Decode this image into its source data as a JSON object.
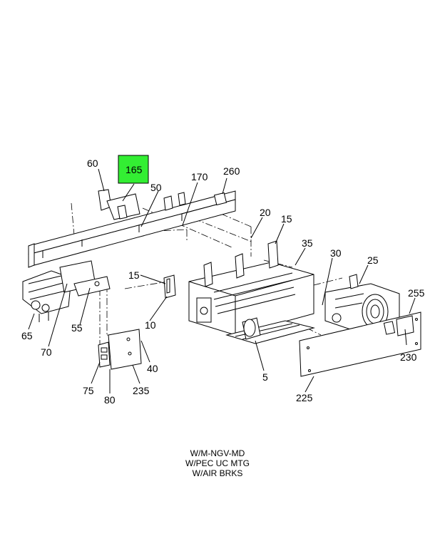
{
  "diagram": {
    "highlight_color": "#33ee33",
    "callouts": [
      {
        "id": "c60",
        "label": "60"
      },
      {
        "id": "c165",
        "label": "165",
        "highlighted": true
      },
      {
        "id": "c50",
        "label": "50"
      },
      {
        "id": "c170",
        "label": "170"
      },
      {
        "id": "c260",
        "label": "260"
      },
      {
        "id": "c20",
        "label": "20"
      },
      {
        "id": "c15a",
        "label": "15"
      },
      {
        "id": "c35",
        "label": "35"
      },
      {
        "id": "c30",
        "label": "30"
      },
      {
        "id": "c25",
        "label": "25"
      },
      {
        "id": "c255",
        "label": "255"
      },
      {
        "id": "c230",
        "label": "230"
      },
      {
        "id": "c15b",
        "label": "15"
      },
      {
        "id": "c10",
        "label": "10"
      },
      {
        "id": "c65",
        "label": "65"
      },
      {
        "id": "c55",
        "label": "55"
      },
      {
        "id": "c70",
        "label": "70"
      },
      {
        "id": "c40",
        "label": "40"
      },
      {
        "id": "c75",
        "label": "75"
      },
      {
        "id": "c235",
        "label": "235"
      },
      {
        "id": "c80",
        "label": "80"
      },
      {
        "id": "c5",
        "label": "5"
      },
      {
        "id": "c225",
        "label": "225"
      }
    ]
  },
  "caption": {
    "lines": [
      "W/M-NGV-MD",
      "W/PEC UC MTG",
      "W/AIR BRKS"
    ]
  }
}
